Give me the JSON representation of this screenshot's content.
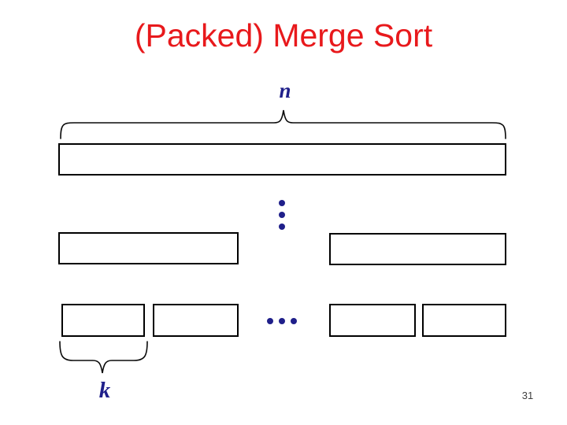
{
  "slide": {
    "title": "(Packed) Merge Sort",
    "page_number": "31"
  },
  "diagram": {
    "array_length_label": "n",
    "block_size_label": "k",
    "vertical_ellipsis": "⋮",
    "horizontal_ellipsis": "⋯",
    "rows": {
      "top_row_blocks": 1,
      "middle_row_blocks": 2,
      "bottom_row_blocks": 4
    }
  },
  "colors": {
    "title": "#e8191c",
    "math_label": "#1f1f8a",
    "outline": "#000000",
    "page_number": "#3f3f3f",
    "background": "#ffffff"
  }
}
